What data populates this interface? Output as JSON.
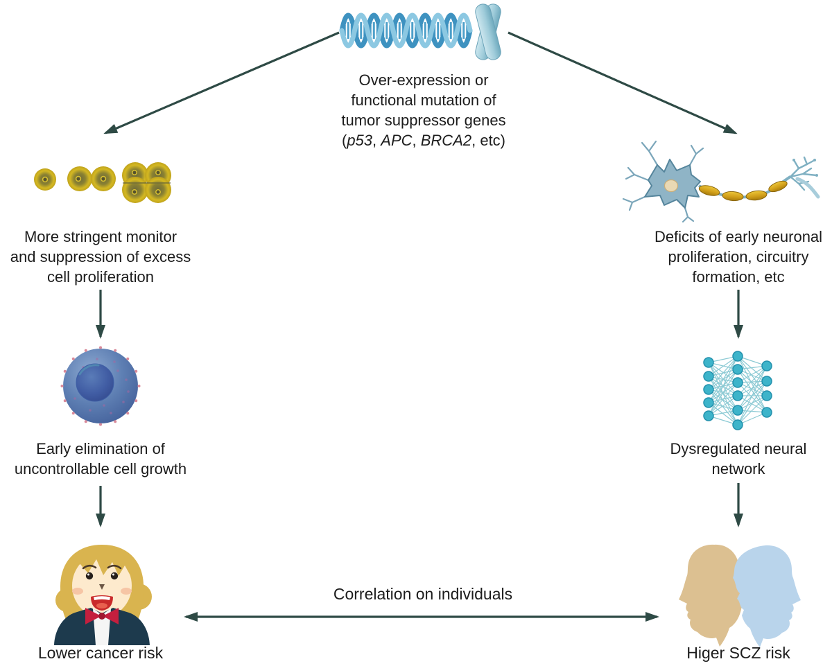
{
  "figure": {
    "top": {
      "lines": [
        "Over-expression or",
        "functional mutation of",
        "tumor suppressor genes"
      ],
      "gene_line": {
        "prefix": "(",
        "g1": "p53",
        "s1": ", ",
        "g2": "APC",
        "s2": ", ",
        "g3": "BRCA2",
        "suffix": ", etc)"
      }
    },
    "left_branch": {
      "step1": {
        "lines": [
          "More stringent monitor",
          "and suppression of excess",
          "cell proliferation"
        ]
      },
      "step2": {
        "lines": [
          "Early elimination of",
          "uncontrollable cell growth"
        ]
      },
      "result": "Lower cancer risk"
    },
    "right_branch": {
      "step1": {
        "lines": [
          "Deficits of early neuronal",
          "proliferation, circuitry",
          "formation, etc"
        ]
      },
      "step2": {
        "lines": [
          "Dysregulated neural",
          "network"
        ]
      },
      "result": "Higer SCZ risk"
    },
    "center": {
      "correlation_label": "Correlation on individuals"
    },
    "icons": [
      {
        "name": "dna-helix-icon"
      },
      {
        "name": "chromosome-icon"
      },
      {
        "name": "dividing-cells-icon"
      },
      {
        "name": "cell-icon"
      },
      {
        "name": "woman-face-icon"
      },
      {
        "name": "neuron-icon"
      },
      {
        "name": "neural-network-icon"
      },
      {
        "name": "two-heads-icon"
      }
    ],
    "colors": {
      "arrow": "#2e4a45",
      "text": "#1c1c1c",
      "dna_strand_dark": "#3e92c0",
      "dna_strand_light": "#8cc8e2",
      "chromosome_blue": "#9fccda",
      "cell_yellow": "#d2b429",
      "cell_blue": "#5577ad",
      "neuron_body": "#8fb4c6",
      "myelin_gold": "#dcac23",
      "network_teal": "#3db4ca",
      "head_tan": "#dcc091",
      "head_blue": "#b9d4eb",
      "hair_blonde": "#d9b44f",
      "suit_navy": "#1d3a4d",
      "bow_red": "#c41f3e"
    }
  }
}
